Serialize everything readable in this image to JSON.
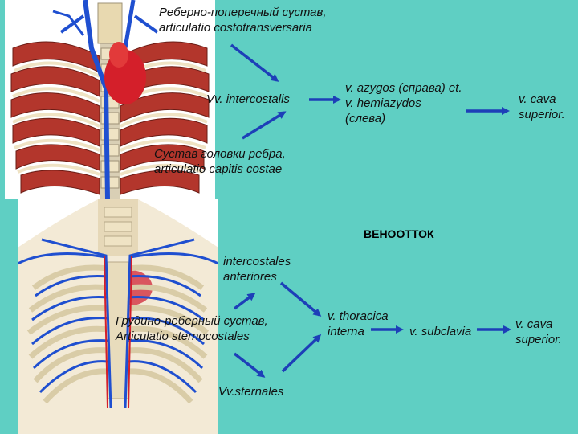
{
  "title": "ВЕНООТТОК",
  "top_flow": {
    "joint1": [
      "Реберно-поперечный сустав,",
      "articulatio costotransversaria"
    ],
    "intercostalis": "Vv. intercostalis",
    "joint2": [
      "Сустав головки ребра,",
      "articulatio capitis costae"
    ],
    "azygos": [
      "v. azygos (справа) et.",
      "v. hemiazydos",
      "(слева)"
    ],
    "cava": [
      "v. cava",
      "superior."
    ]
  },
  "bottom_flow": {
    "intercostales": [
      "intercostales",
      "anteriores"
    ],
    "joint": [
      "Грудино-реберный сустав,",
      "Articulatio sternocostales"
    ],
    "sternales": "Vv.sternales",
    "thoracica": [
      "v. thoracica",
      "interna"
    ],
    "subclavia": "v. subclavia",
    "cava": [
      "v. cava",
      "superior."
    ]
  },
  "colors": {
    "background": "#5fcfc3",
    "arrow": "#1d3fb8",
    "muscle": "#b3362c",
    "vein": "#1f4fd0",
    "bone": "#efe3c4",
    "heart": "#d41f2a"
  }
}
